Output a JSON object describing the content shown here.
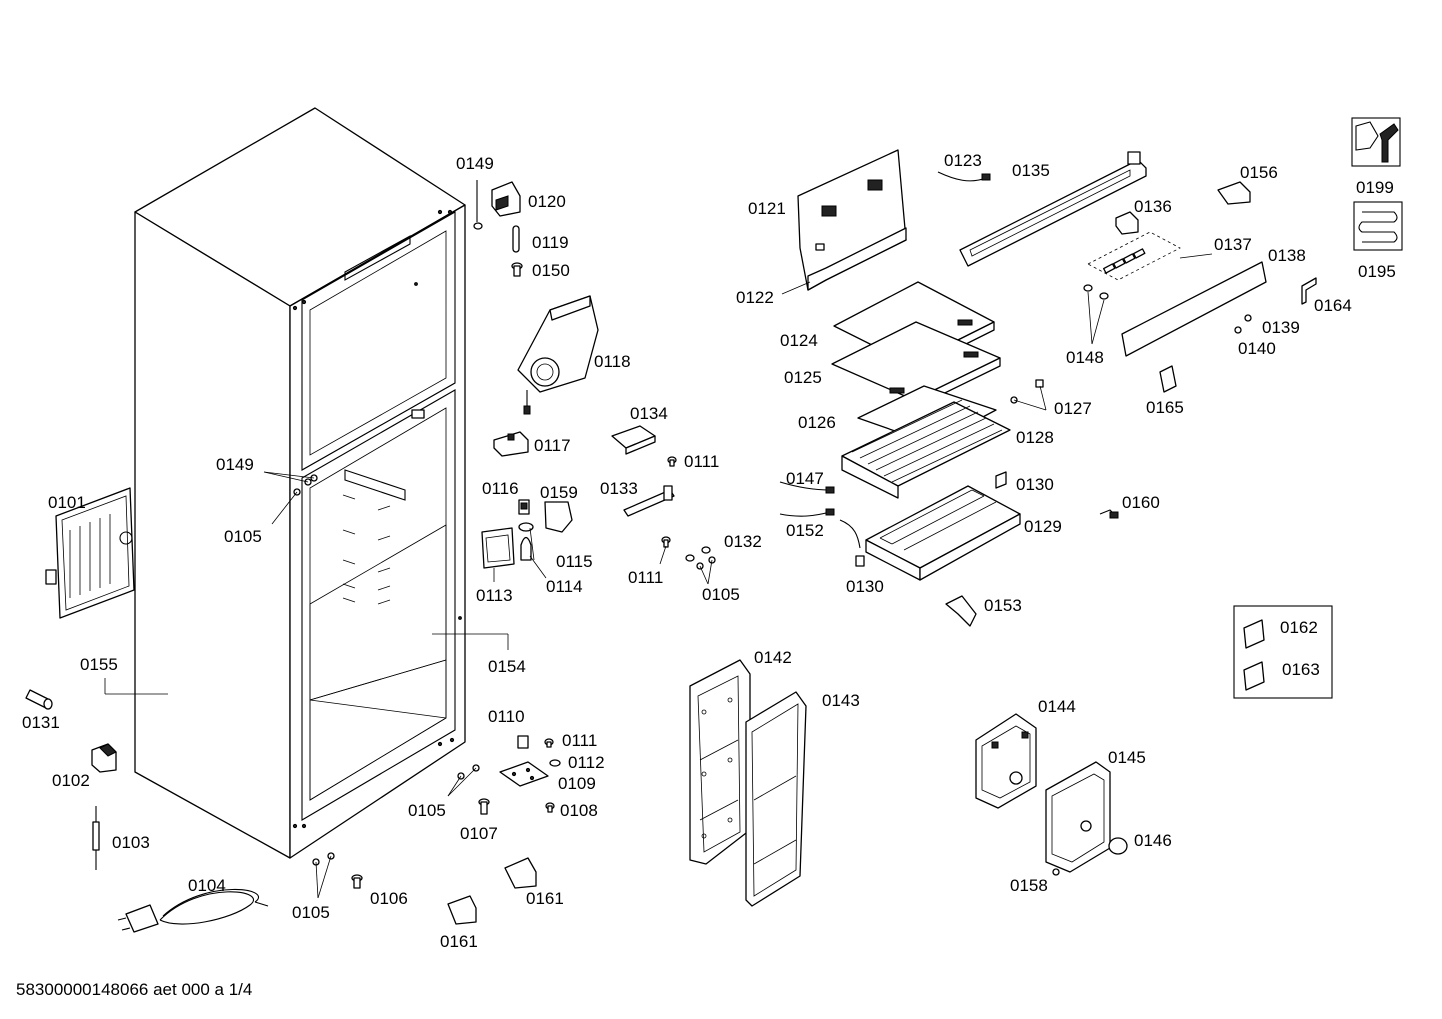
{
  "diagram": {
    "footer": "58300000148066 aet 000 a 1/4",
    "labels": {
      "p0101": "0101",
      "p0102": "0102",
      "p0103": "0103",
      "p0104": "0104",
      "p0105a": "0105",
      "p0105b": "0105",
      "p0105c": "0105",
      "p0105d": "0105",
      "p0106": "0106",
      "p0107": "0107",
      "p0108": "0108",
      "p0109": "0109",
      "p0110": "0110",
      "p0111a": "0111",
      "p0111b": "0111",
      "p0111c": "0111",
      "p0112": "0112",
      "p0113": "0113",
      "p0114": "0114",
      "p0115": "0115",
      "p0116": "0116",
      "p0117": "0117",
      "p0118": "0118",
      "p0119": "0119",
      "p0120": "0120",
      "p0121": "0121",
      "p0122": "0122",
      "p0123": "0123",
      "p0124": "0124",
      "p0125": "0125",
      "p0126": "0126",
      "p0127": "0127",
      "p0128": "0128",
      "p0129": "0129",
      "p0130a": "0130",
      "p0130b": "0130",
      "p0131": "0131",
      "p0132": "0132",
      "p0133": "0133",
      "p0134": "0134",
      "p0135": "0135",
      "p0136": "0136",
      "p0137": "0137",
      "p0138": "0138",
      "p0139": "0139",
      "p0140": "0140",
      "p0142": "0142",
      "p0143": "0143",
      "p0144": "0144",
      "p0145": "0145",
      "p0146": "0146",
      "p0147": "0147",
      "p0148": "0148",
      "p0149a": "0149",
      "p0149b": "0149",
      "p0150": "0150",
      "p0152": "0152",
      "p0153": "0153",
      "p0154": "0154",
      "p0155": "0155",
      "p0156": "0156",
      "p0158": "0158",
      "p0159": "0159",
      "p0160": "0160",
      "p0161a": "0161",
      "p0161b": "0161",
      "p0162": "0162",
      "p0163": "0163",
      "p0164": "0164",
      "p0165": "0165",
      "p0195": "0195",
      "p0199": "0199"
    }
  }
}
